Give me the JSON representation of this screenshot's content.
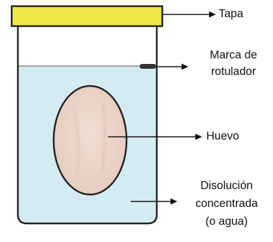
{
  "labels": {
    "lid": "Tapa",
    "marker": [
      "Marca de",
      "rotulador"
    ],
    "egg": "Huevo",
    "solution": [
      "Disolución",
      "concentrada",
      "(o agua)"
    ]
  },
  "colors": {
    "lid_fill": "#f2e64a",
    "liquid": "#d4ebf2",
    "egg_fill": "#ecd6cb",
    "outline": "#222222",
    "marker": "#333333"
  }
}
